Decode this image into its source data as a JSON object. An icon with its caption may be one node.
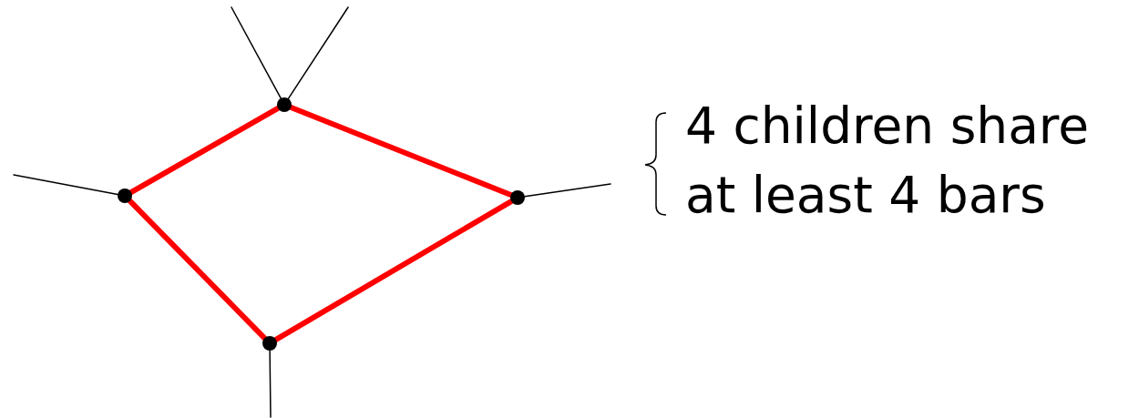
{
  "diagram": {
    "nodes": [
      {
        "text": [],
        "shape": "circle"
      },
      {
        "text": [],
        "shape": "circle"
      },
      {
        "text": [],
        "shape": "circle"
      },
      {
        "text": [],
        "shape": "circle"
      }
    ],
    "edges": [
      {
        "from": 0,
        "to": 1,
        "arrow": "none",
        "style": "thick",
        "color": "#ff0000"
      },
      {
        "from": 0,
        "to": 2,
        "arrow": "none",
        "style": "thick",
        "color": "#ff0000"
      },
      {
        "from": 1,
        "to": 3,
        "arrow": "none",
        "style": "thick",
        "color": "#ff0000"
      },
      {
        "from": 2,
        "to": 3,
        "arrow": "none",
        "style": "thick",
        "color": "#ff0000"
      },
      {
        "from": null,
        "to": 0,
        "arrow": "none"
      },
      {
        "from": null,
        "to": 0,
        "arrow": "none"
      },
      {
        "from": null,
        "to": 1,
        "arrow": "none"
      },
      {
        "from": 2,
        "to": null,
        "arrow": "none"
      },
      {
        "from": 3,
        "to": null,
        "arrow": "none"
      }
    ],
    "labels": [
      "4 children share at least 4 bars"
    ]
  }
}
